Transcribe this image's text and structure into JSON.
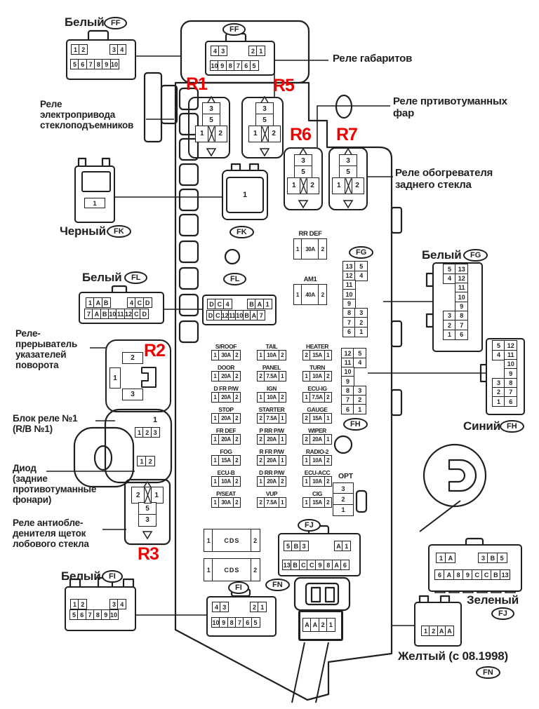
{
  "colors": {
    "ink": "#1f1f1f",
    "red": "#ee0000",
    "paper": "#ffffff"
  },
  "icons": {
    "tri_up": "△",
    "tri_down": "▽"
  },
  "callouts": {
    "gabarity": "Реле габаритов",
    "fog": [
      "Реле пртивотуманных",
      "фар"
    ],
    "defogger": [
      "Реле обогревателя",
      "заднего стекла"
    ],
    "pw": [
      "Реле",
      "электропривода",
      "стеклоподъемников"
    ],
    "turn": [
      "Реле-",
      "прерыватель",
      "указателей",
      "поворота"
    ],
    "rb1": [
      "Блок реле №1",
      "(R/B №1)"
    ],
    "diode": [
      "Диод",
      "(задние",
      "противотуманные",
      "фонари)"
    ],
    "deicer": [
      "Реле антиобле-",
      "денителя щеток",
      "лобового стекла"
    ]
  },
  "relays": {
    "r1": {
      "id": "R1",
      "p_top": "3",
      "p_mid": "5",
      "p_left": "1",
      "p_right": "2"
    },
    "r5": {
      "id": "R5",
      "p_top": "3",
      "p_mid": "5",
      "p_left": "1",
      "p_right": "2"
    },
    "r6": {
      "id": "R6",
      "p_top": "3",
      "p_mid": "5",
      "p_left": "1",
      "p_right": "2"
    },
    "r7": {
      "id": "R7",
      "p_top": "3",
      "p_mid": "5",
      "p_left": "1",
      "p_right": "2"
    },
    "r2": {
      "id": "R2",
      "p_top": "2",
      "p_left": "1",
      "p_bottom": "3"
    },
    "r3": {
      "id": "R3",
      "p_left": "2",
      "p_right": "1",
      "p_mid": "5",
      "p_bottom": "3"
    }
  },
  "ext_connectors": {
    "ff": {
      "color_label": "Белый",
      "tag": "FF",
      "top_left": [
        "1",
        "2"
      ],
      "top_right": [
        "3",
        "4"
      ],
      "bottom": [
        "5",
        "6",
        "7",
        "8",
        "9",
        "10"
      ]
    },
    "fk": {
      "color_label": "Черный",
      "tag": "FK",
      "pins": [
        "1"
      ]
    },
    "fl": {
      "color_label": "Белый",
      "tag": "FL",
      "top_left": [
        "1",
        "A",
        "B"
      ],
      "top_right": [
        "4",
        "C",
        "D"
      ],
      "bottom": [
        "7",
        "A",
        "B",
        "10",
        "11",
        "12",
        "C",
        "D"
      ]
    },
    "fg": {
      "color_label": "Белый",
      "tag": "FG",
      "rows": [
        [
          "5",
          "13"
        ],
        [
          "4",
          "12"
        ],
        [
          "",
          "11"
        ],
        [
          "",
          "10"
        ],
        [
          "",
          "9"
        ],
        [
          "3",
          "8"
        ],
        [
          "2",
          "7"
        ],
        [
          "1",
          "6"
        ]
      ]
    },
    "fh": {
      "color_label": "Синий",
      "tag": "FH",
      "rows": [
        [
          "5",
          "12"
        ],
        [
          "4",
          "11"
        ],
        [
          "",
          "10"
        ],
        [
          "",
          "9"
        ],
        [
          "3",
          "8"
        ],
        [
          "2",
          "7"
        ],
        [
          "1",
          "6"
        ]
      ]
    },
    "fi": {
      "color_label": "Белый",
      "tag": "FI",
      "top_left": [
        "1",
        "2"
      ],
      "top_right": [
        "3",
        "4"
      ],
      "bottom": [
        "5",
        "6",
        "7",
        "8",
        "9",
        "10"
      ]
    },
    "fj": {
      "color_label": "Зеленый",
      "tag": "FJ",
      "top_left": [
        "1",
        "A"
      ],
      "top_right": [
        "3",
        "B",
        "5"
      ],
      "bottom": [
        "6",
        "A",
        "8",
        "9",
        "C",
        "C",
        "B",
        "13"
      ]
    },
    "fn": {
      "color_label": "Желтый (с 08.1998)",
      "tag": "FN",
      "pins": [
        "1",
        "2",
        "A",
        "A"
      ]
    }
  },
  "panel": {
    "ff": {
      "tag": "FF",
      "top_left": [
        "4",
        "3"
      ],
      "top_right": [
        "2",
        "1"
      ],
      "bottom": [
        "10",
        "9",
        "8",
        "7",
        "6",
        "5"
      ]
    },
    "fk": {
      "tag": "FK",
      "socket_pin": "1"
    },
    "fl": {
      "tag": "FL",
      "top_left": [
        "D",
        "C",
        "4"
      ],
      "top_right": [
        "B",
        "A",
        "1"
      ],
      "bottom": [
        "D",
        "C",
        "12",
        "11",
        "10",
        "B",
        "A",
        "7"
      ]
    },
    "fg": {
      "tag": "FG",
      "rows": [
        [
          "13",
          "5"
        ],
        [
          "12",
          "4"
        ],
        [
          "11",
          ""
        ],
        [
          "10",
          ""
        ],
        [
          "9",
          ""
        ],
        [
          "8",
          "3"
        ],
        [
          "7",
          "2"
        ],
        [
          "6",
          "1"
        ]
      ]
    },
    "fh": {
      "tag": "FH",
      "rows": [
        [
          "12",
          "5"
        ],
        [
          "11",
          "4"
        ],
        [
          "10",
          ""
        ],
        [
          "9",
          ""
        ],
        [
          "8",
          "3"
        ],
        [
          "7",
          "2"
        ],
        [
          "6",
          "1"
        ]
      ]
    },
    "fi": {
      "tag": "FI",
      "top_left": [
        "4",
        "3"
      ],
      "top_right": [
        "2",
        "1"
      ],
      "bottom": [
        "10",
        "9",
        "8",
        "7",
        "6",
        "5"
      ]
    },
    "fj": {
      "tag": "FJ",
      "top_left": [
        "5",
        "B",
        "3"
      ],
      "top_right": [
        "A",
        "1"
      ],
      "bottom": [
        "13",
        "B",
        "C",
        "C",
        "9",
        "8",
        "A",
        "6"
      ]
    },
    "fn": {
      "tag": "FN",
      "pins": [
        "A",
        "A",
        "2",
        "1"
      ]
    },
    "opt": {
      "label": "OPT",
      "pins": [
        "3",
        "2",
        "1"
      ]
    },
    "rb1": {
      "pin_label": "1",
      "pins": [
        "1",
        "2",
        "3"
      ]
    },
    "diode_pins": [
      "1",
      "2"
    ],
    "cds1": {
      "l": "1",
      "name": "CDS",
      "r": "2"
    },
    "cds2": {
      "l": "1",
      "name": "CDS",
      "r": "2"
    }
  },
  "fuses_top": {
    "rr_def": {
      "name": "RR DEF",
      "l": "1",
      "amp": "30A",
      "r": "2"
    },
    "am1": {
      "name": "AM1",
      "l": "1",
      "amp": "40A",
      "r": "2"
    }
  },
  "fuse_table": {
    "col1": [
      {
        "name": "S/ROOF",
        "l": "1",
        "amp": "30A",
        "r": "2"
      },
      {
        "name": "DOOR",
        "l": "1",
        "amp": "20A",
        "r": "2"
      },
      {
        "name": "D FR P/W",
        "l": "1",
        "amp": "20A",
        "r": "2"
      },
      {
        "name": "STOP",
        "l": "1",
        "amp": "20A",
        "r": "2"
      },
      {
        "name": "FR DEF",
        "l": "1",
        "amp": "20A",
        "r": "2"
      },
      {
        "name": "FOG",
        "l": "1",
        "amp": "15A",
        "r": "2"
      },
      {
        "name": "ECU-B",
        "l": "1",
        "amp": "10A",
        "r": "2"
      },
      {
        "name": "P/SEAT",
        "l": "1",
        "amp": "30A",
        "r": "2"
      }
    ],
    "col2": [
      {
        "name": "TAIL",
        "l": "1",
        "amp": "10A",
        "r": "2"
      },
      {
        "name": "PANEL",
        "l": "2",
        "amp": "7.5A",
        "r": "1"
      },
      {
        "name": "IGN",
        "l": "1",
        "amp": "10A",
        "r": "2"
      },
      {
        "name": "STARTER",
        "l": "2",
        "amp": "7.5A",
        "r": "1"
      },
      {
        "name": "P RR P/W",
        "l": "2",
        "amp": "20A",
        "r": "1"
      },
      {
        "name": "R FR P/W",
        "l": "2",
        "amp": "20A",
        "r": "1"
      },
      {
        "name": "D RR P/W",
        "l": "1",
        "amp": "20A",
        "r": "2"
      },
      {
        "name": "VUP",
        "l": "2",
        "amp": "7.5A",
        "r": "1"
      }
    ],
    "col3": [
      {
        "name": "HEATER",
        "l": "2",
        "amp": "15A",
        "r": "1"
      },
      {
        "name": "TURN",
        "l": "1",
        "amp": "10A",
        "r": "2"
      },
      {
        "name": "ECU-IG",
        "l": "1",
        "amp": "7.5A",
        "r": "2"
      },
      {
        "name": "GAUGE",
        "l": "2",
        "amp": "15A",
        "r": "1"
      },
      {
        "name": "WIPER",
        "l": "2",
        "amp": "20A",
        "r": "1"
      },
      {
        "name": "RADIO-2",
        "l": "1",
        "amp": "10A",
        "r": "2"
      },
      {
        "name": "ECU-ACC",
        "l": "1",
        "amp": "10A",
        "r": "2"
      },
      {
        "name": "CIG",
        "l": "1",
        "amp": "15A",
        "r": "2"
      }
    ]
  }
}
